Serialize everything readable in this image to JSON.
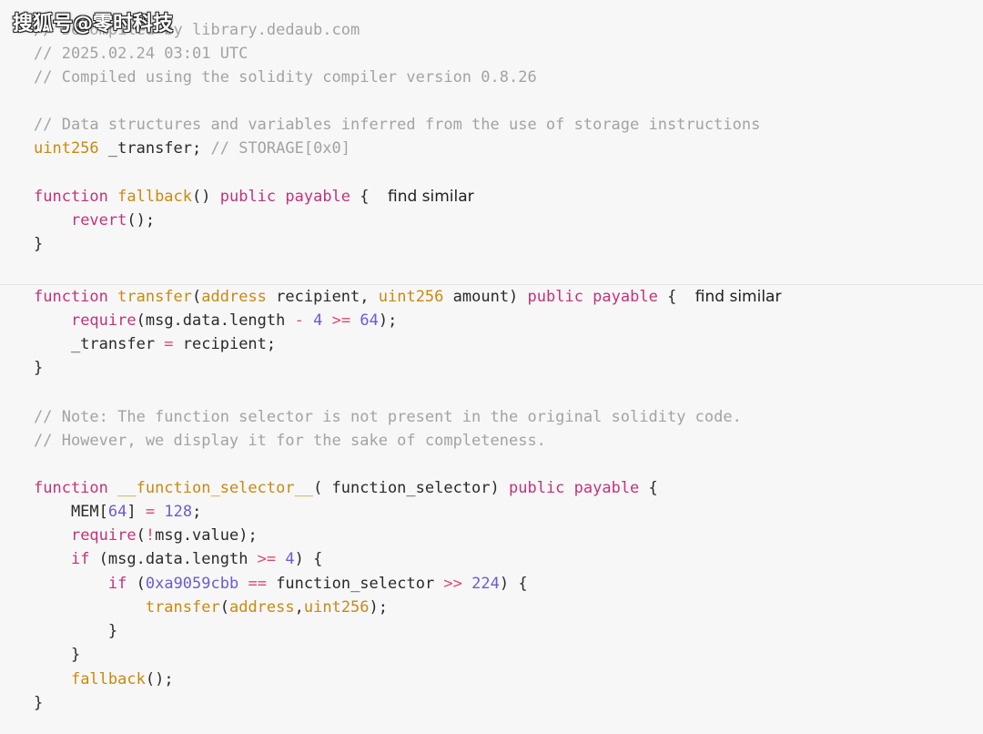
{
  "watermark": "搜狐号@零时科技",
  "colors": {
    "background": "#f7f7f7",
    "comment": "#a3a3a3",
    "keyword": "#c2337a",
    "function_name": "#c88a10",
    "number": "#6d5bd0",
    "operator": "#e0457b",
    "plain": "#2a2a2a"
  },
  "code": {
    "lines": [
      {
        "tokens": [
          {
            "t": "// Decompiled by library.dedaub.com",
            "k": "comment"
          }
        ]
      },
      {
        "tokens": [
          {
            "t": "// 2025.02.24 03:01 UTC",
            "k": "comment"
          }
        ]
      },
      {
        "tokens": [
          {
            "t": "// Compiled using the solidity compiler version 0.8.26",
            "k": "comment"
          }
        ]
      },
      {
        "tokens": []
      },
      {
        "tokens": [
          {
            "t": "// Data structures and variables inferred from the use of storage instructions",
            "k": "comment"
          }
        ]
      },
      {
        "tokens": [
          {
            "t": "uint256",
            "k": "type"
          },
          {
            "t": " _transfer; ",
            "k": "plain"
          },
          {
            "t": "// STORAGE[0x0]",
            "k": "comment"
          }
        ]
      },
      {
        "tokens": []
      },
      {
        "tokens": [
          {
            "t": "function ",
            "k": "keyword"
          },
          {
            "t": "fallback",
            "k": "func"
          },
          {
            "t": "() ",
            "k": "plain"
          },
          {
            "t": "public payable",
            "k": "keyword"
          },
          {
            "t": " {  ",
            "k": "plain"
          },
          {
            "t": "find similar",
            "k": "hint"
          }
        ]
      },
      {
        "tokens": [
          {
            "t": "    ",
            "k": "plain"
          },
          {
            "t": "revert",
            "k": "keyword"
          },
          {
            "t": "();",
            "k": "plain"
          }
        ]
      },
      {
        "tokens": [
          {
            "t": "}",
            "k": "plain"
          }
        ]
      },
      {
        "tokens": []
      },
      {
        "tokens": [
          {
            "t": "function ",
            "k": "keyword"
          },
          {
            "t": "transfer",
            "k": "func"
          },
          {
            "t": "(",
            "k": "plain"
          },
          {
            "t": "address",
            "k": "type"
          },
          {
            "t": " recipient, ",
            "k": "plain"
          },
          {
            "t": "uint256",
            "k": "type"
          },
          {
            "t": " amount) ",
            "k": "plain"
          },
          {
            "t": "public payable",
            "k": "keyword"
          },
          {
            "t": " {  ",
            "k": "plain"
          },
          {
            "t": "find similar",
            "k": "hint"
          }
        ]
      },
      {
        "tokens": [
          {
            "t": "    ",
            "k": "plain"
          },
          {
            "t": "require",
            "k": "keyword"
          },
          {
            "t": "(msg.data.length ",
            "k": "plain"
          },
          {
            "t": "-",
            "k": "op"
          },
          {
            "t": " ",
            "k": "plain"
          },
          {
            "t": "4",
            "k": "number"
          },
          {
            "t": " ",
            "k": "plain"
          },
          {
            "t": ">=",
            "k": "op"
          },
          {
            "t": " ",
            "k": "plain"
          },
          {
            "t": "64",
            "k": "number"
          },
          {
            "t": ");",
            "k": "plain"
          }
        ]
      },
      {
        "tokens": [
          {
            "t": "    _transfer ",
            "k": "plain"
          },
          {
            "t": "=",
            "k": "op"
          },
          {
            "t": " recipient;",
            "k": "plain"
          }
        ]
      },
      {
        "tokens": [
          {
            "t": "}",
            "k": "plain"
          }
        ]
      },
      {
        "tokens": []
      },
      {
        "tokens": [
          {
            "t": "// Note: The function selector is not present in the original solidity code.",
            "k": "comment"
          }
        ]
      },
      {
        "tokens": [
          {
            "t": "// However, we display it for the sake of completeness.",
            "k": "comment"
          }
        ]
      },
      {
        "tokens": []
      },
      {
        "tokens": [
          {
            "t": "function ",
            "k": "keyword"
          },
          {
            "t": "__function_selector__",
            "k": "func"
          },
          {
            "t": "( function_selector) ",
            "k": "plain"
          },
          {
            "t": "public payable",
            "k": "keyword"
          },
          {
            "t": " {",
            "k": "plain"
          }
        ]
      },
      {
        "tokens": [
          {
            "t": "    MEM[",
            "k": "plain"
          },
          {
            "t": "64",
            "k": "number"
          },
          {
            "t": "] ",
            "k": "plain"
          },
          {
            "t": "=",
            "k": "op"
          },
          {
            "t": " ",
            "k": "plain"
          },
          {
            "t": "128",
            "k": "number"
          },
          {
            "t": ";",
            "k": "plain"
          }
        ]
      },
      {
        "tokens": [
          {
            "t": "    ",
            "k": "plain"
          },
          {
            "t": "require",
            "k": "keyword"
          },
          {
            "t": "(",
            "k": "plain"
          },
          {
            "t": "!",
            "k": "op"
          },
          {
            "t": "msg.value);",
            "k": "plain"
          }
        ]
      },
      {
        "tokens": [
          {
            "t": "    ",
            "k": "plain"
          },
          {
            "t": "if",
            "k": "keyword"
          },
          {
            "t": " (msg.data.length ",
            "k": "plain"
          },
          {
            "t": ">=",
            "k": "op"
          },
          {
            "t": " ",
            "k": "plain"
          },
          {
            "t": "4",
            "k": "number"
          },
          {
            "t": ") {",
            "k": "plain"
          }
        ]
      },
      {
        "tokens": [
          {
            "t": "        ",
            "k": "plain"
          },
          {
            "t": "if",
            "k": "keyword"
          },
          {
            "t": " (",
            "k": "plain"
          },
          {
            "t": "0xa9059cbb",
            "k": "number"
          },
          {
            "t": " ",
            "k": "plain"
          },
          {
            "t": "==",
            "k": "op"
          },
          {
            "t": " function_selector ",
            "k": "plain"
          },
          {
            "t": ">>",
            "k": "op"
          },
          {
            "t": " ",
            "k": "plain"
          },
          {
            "t": "224",
            "k": "number"
          },
          {
            "t": ") {",
            "k": "plain"
          }
        ]
      },
      {
        "tokens": [
          {
            "t": "            ",
            "k": "plain"
          },
          {
            "t": "transfer",
            "k": "func"
          },
          {
            "t": "(",
            "k": "plain"
          },
          {
            "t": "address",
            "k": "type"
          },
          {
            "t": ",",
            "k": "plain"
          },
          {
            "t": "uint256",
            "k": "type"
          },
          {
            "t": ");",
            "k": "plain"
          }
        ]
      },
      {
        "tokens": [
          {
            "t": "        }",
            "k": "plain"
          }
        ]
      },
      {
        "tokens": [
          {
            "t": "    }",
            "k": "plain"
          }
        ]
      },
      {
        "tokens": [
          {
            "t": "    ",
            "k": "plain"
          },
          {
            "t": "fallback",
            "k": "func"
          },
          {
            "t": "();",
            "k": "plain"
          }
        ]
      },
      {
        "tokens": [
          {
            "t": "}",
            "k": "plain"
          }
        ]
      }
    ]
  }
}
